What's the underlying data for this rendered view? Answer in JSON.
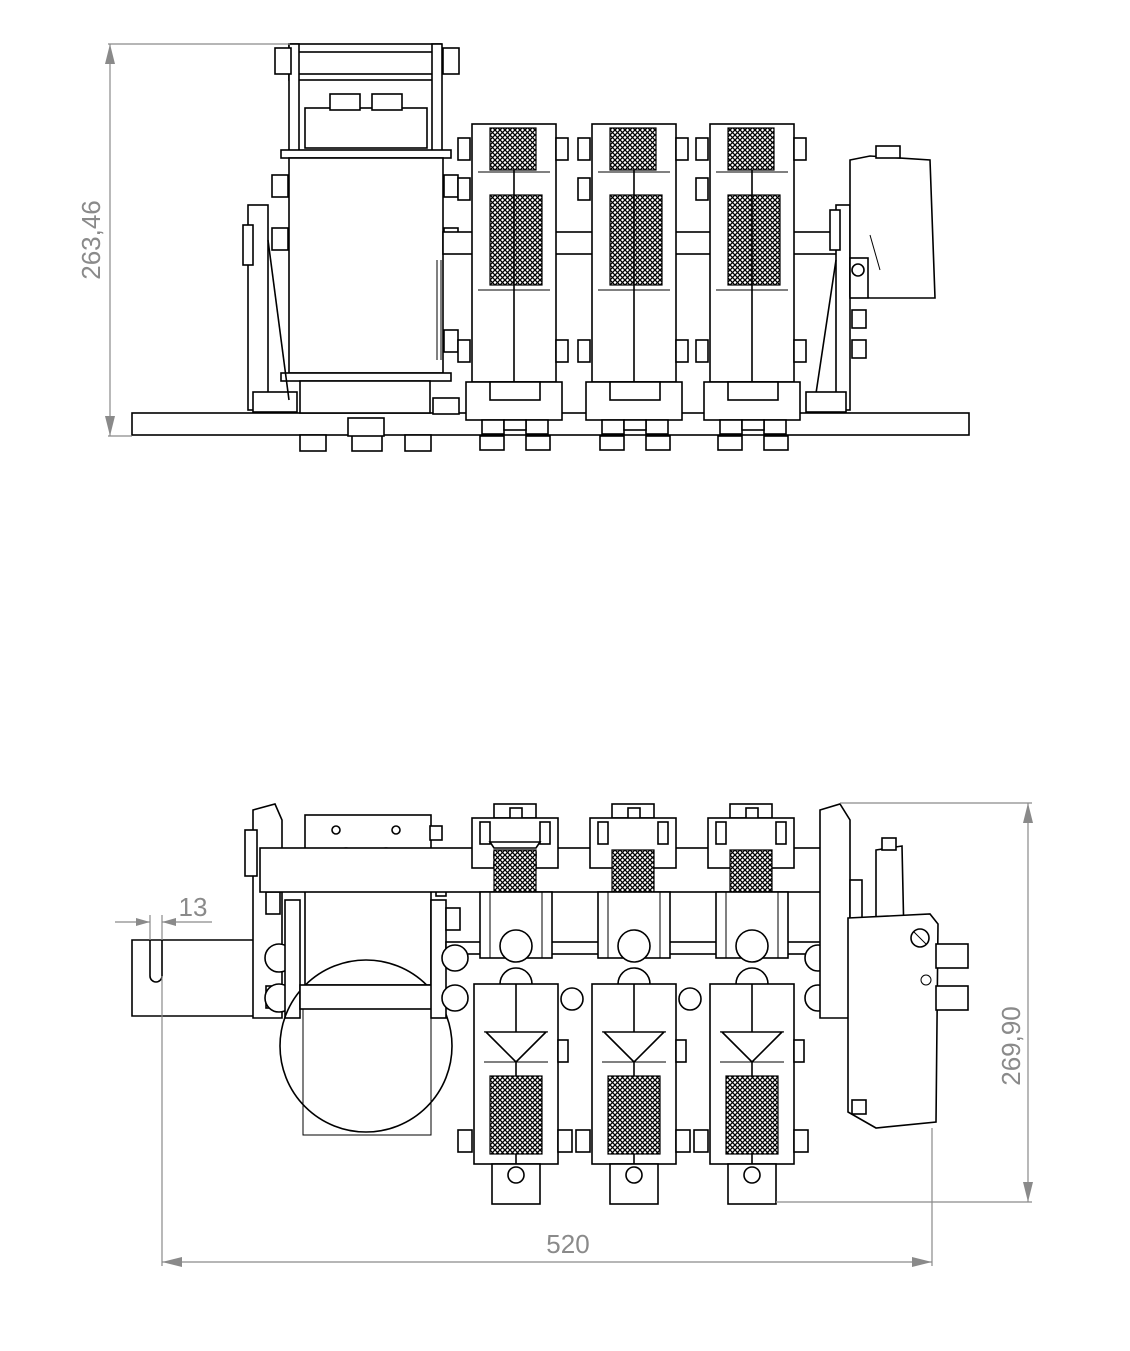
{
  "dimensions": {
    "top_height": "263,46",
    "bottom_height": "269,90",
    "bottom_width": "520",
    "slot_offset": "13"
  },
  "colors": {
    "line": "#000000",
    "dimension": "#8a8a8a",
    "background": "#ffffff"
  }
}
